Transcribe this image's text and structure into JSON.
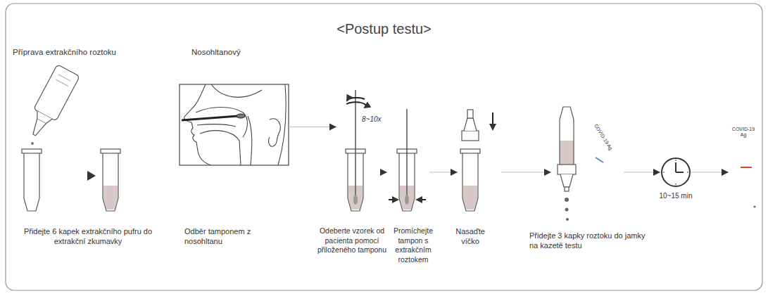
{
  "diagram": {
    "title": "<Postup testu>",
    "nodes": [
      {
        "text": [
          "Příprava extrakčního roztoku",
          "Přidejte 6 kapek extrakčního pufru do extrakční zkumavky"
        ]
      },
      {
        "text": [
          "Nosohltanový",
          "Odběr tamponem z nosohltanu"
        ]
      },
      {
        "text": [
          "8~10x",
          "Odeberte vzorek od pacienta pomocí přiloženého tamponu"
        ]
      },
      {
        "text": [
          "Promíchejte tampon s extrakčním roztokem"
        ]
      },
      {
        "text": [
          "Nasaďte víčko"
        ]
      },
      {
        "text": [
          "Přidejte 3 kapky roztoku do jamky na kazetě testu"
        ]
      },
      {
        "text": [
          "COVID-19 Ag"
        ]
      },
      {
        "text": [
          "10~15 min"
        ]
      },
      {
        "text": [
          "COVID-19 Ag"
        ]
      }
    ],
    "edges": [
      {
        "from": 1,
        "to": 2,
        "arrow": "to"
      },
      {
        "from": 2,
        "to": 3,
        "arrow": "to"
      },
      {
        "from": 3,
        "to": 4,
        "arrow": "to"
      },
      {
        "from": 4,
        "to": 5,
        "arrow": "to"
      },
      {
        "from": 6,
        "to": 7,
        "arrow": "to"
      },
      {
        "from": 7,
        "to": 8,
        "arrow": "to"
      }
    ]
  }
}
